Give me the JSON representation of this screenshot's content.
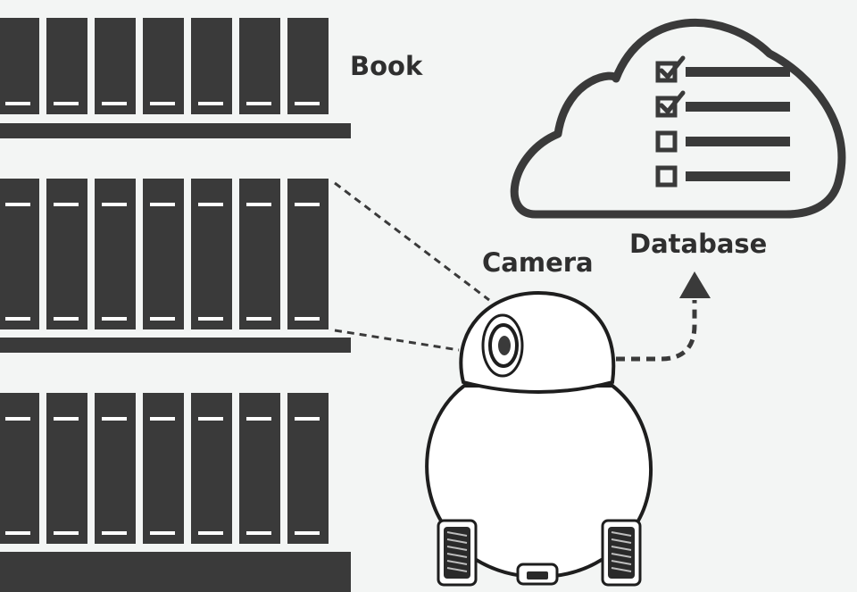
{
  "labels": {
    "book": "Book",
    "camera": "Camera",
    "database": "Database"
  },
  "colors": {
    "background": "#f3f5f4",
    "dark": "#3a3a3a",
    "white": "#ffffff"
  },
  "icons": [
    "bookshelf-icon",
    "robot-icon",
    "cloud-database-icon",
    "checkbox-checked-icon",
    "checkbox-empty-icon",
    "arrow-up-icon"
  ],
  "database_checklist": [
    {
      "checked": true
    },
    {
      "checked": true
    },
    {
      "checked": false
    },
    {
      "checked": false
    }
  ],
  "shelves": [
    {
      "books": 7
    },
    {
      "books": 7
    },
    {
      "books": 7
    }
  ]
}
